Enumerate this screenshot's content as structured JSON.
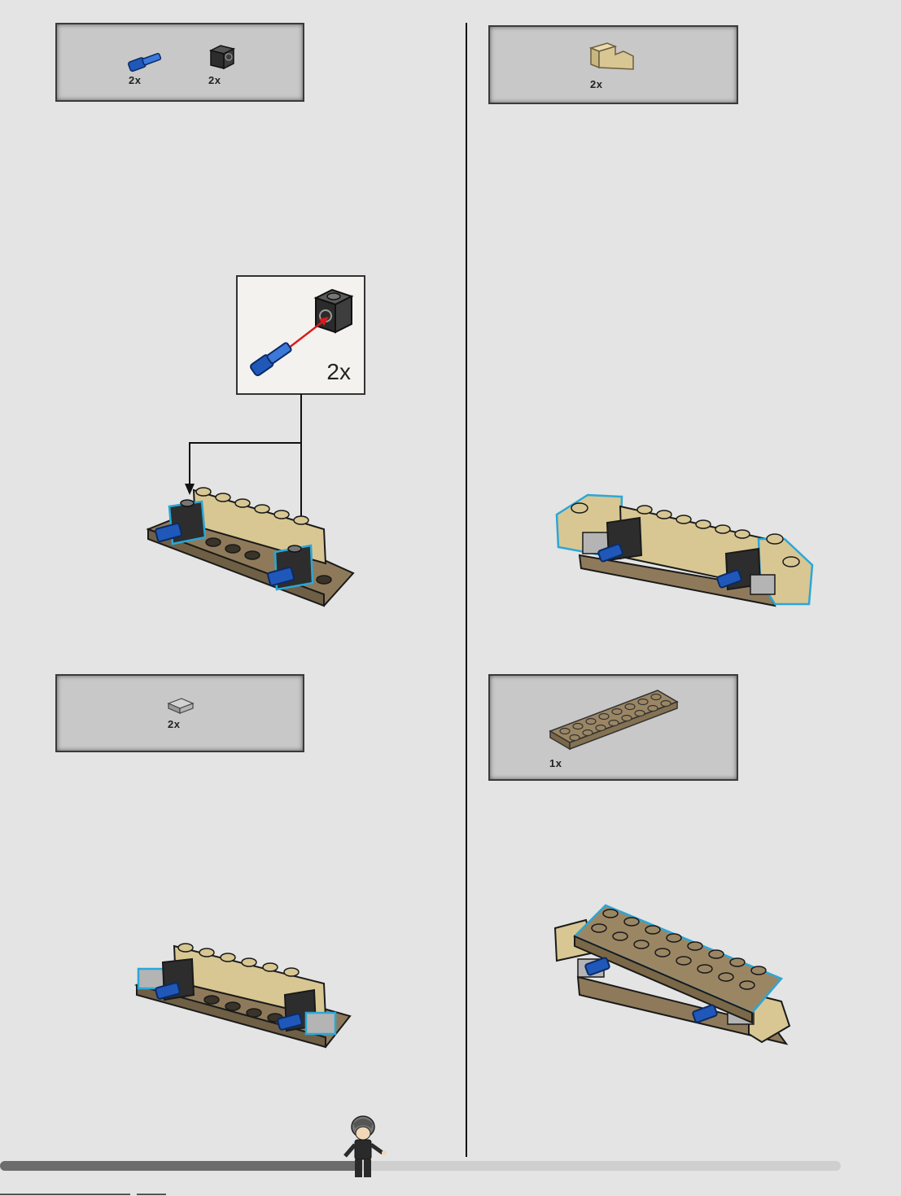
{
  "parts_lists": [
    {
      "items": [
        {
          "icon": "blue-axle-pin-icon",
          "qty": "2x"
        },
        {
          "icon": "black-technic-brick-icon",
          "qty": "2x"
        }
      ]
    },
    {
      "items": [
        {
          "icon": "tan-corner-brick-icon",
          "qty": "2x"
        }
      ]
    },
    {
      "items": [
        {
          "icon": "gray-tile-icon",
          "qty": "2x"
        }
      ]
    },
    {
      "items": [
        {
          "icon": "tan-plate-2x8-icon",
          "qty": "1x"
        }
      ]
    }
  ],
  "callout": {
    "qty": "2x"
  },
  "progress": {
    "fraction": 0.43
  },
  "colors": {
    "tan": "#d8c793",
    "dark_tan": "#8e7a5a",
    "blue": "#1f58b8",
    "black": "#2a2a2a",
    "highlight": "#2aa7d8",
    "gray_tile": "#b4b4b4"
  }
}
